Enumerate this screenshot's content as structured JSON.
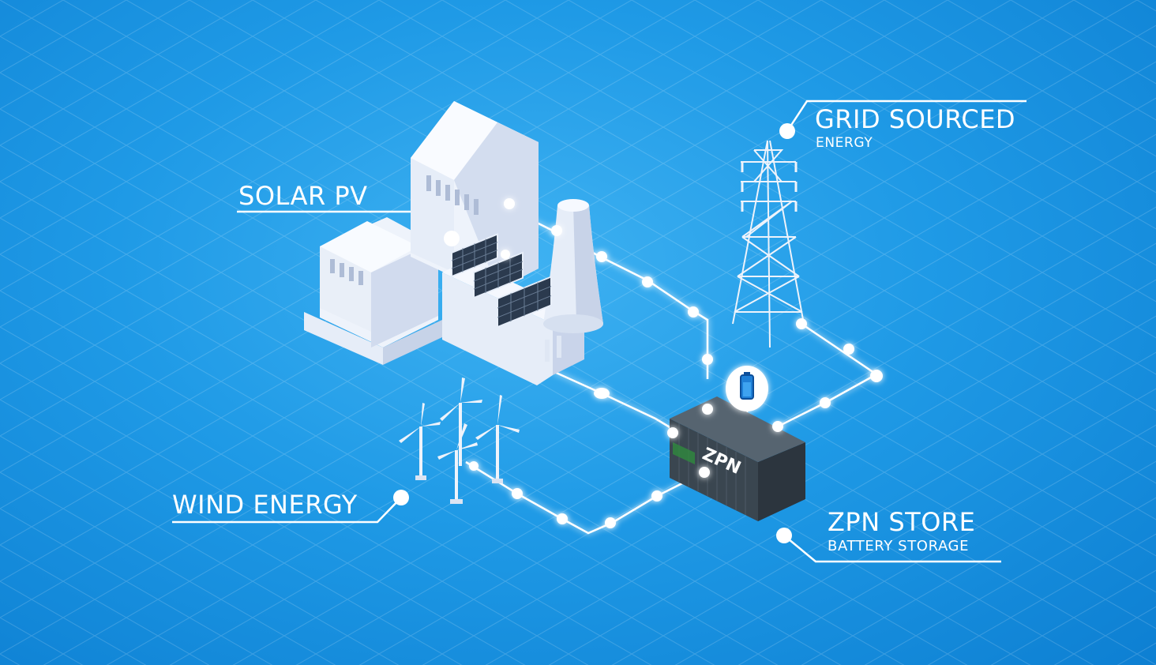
{
  "labels": {
    "solar": "SOLAR PV",
    "grid": "GRID SOURCED",
    "grid_sub": "ENERGY",
    "wind": "WIND ENERGY",
    "store": "ZPN STORE",
    "store_sub": "BATTERY STORAGE",
    "container_brand": "ZPN"
  },
  "icons": {
    "factory": "factory-icon",
    "solar_panel": "solar-panel-icon",
    "cooling_tower": "cooling-tower-icon",
    "pylon": "power-pylon-icon",
    "wind_turbine": "wind-turbine-icon",
    "battery_container": "battery-container-icon",
    "battery_badge": "battery-icon"
  },
  "colors": {
    "background": "#1f9ae6",
    "line": "#ffffff",
    "container": "#3b4650"
  }
}
